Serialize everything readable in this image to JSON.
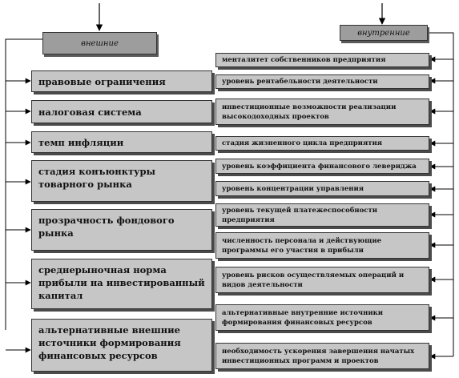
{
  "headers": {
    "external": "внешние",
    "internal": "внутренние"
  },
  "external_factors": [
    "правовые ограничения",
    "налоговая система",
    "темп инфляции",
    "стадия конъюнктуры товарного рынка",
    "прозрачность фондового рынка",
    "среднерыночная норма прибыли на инвестированный капитал",
    "альтернативные внешние источники формирования финансовых ресурсов"
  ],
  "internal_factors": [
    "менталитет собственников предприятия",
    "уровень рентабельности деятельности",
    "инвестиционные возможности реализации высокодоходных проектов",
    "стадия жизненного цикла предприятия",
    "уровень коэффициента финансового левериджа",
    "уровень концентрации управления",
    "уровень текущей платежеспособности предприятия",
    "численность персонала и действующие программы его участия в прибыли",
    "уровень рисков осуществляемых операций и видов деятельности",
    "альтернативные внутренние источники формирования финансовых ресурсов",
    "необходимость ускорения завершения начатых инвестиционных программ и проектов"
  ]
}
